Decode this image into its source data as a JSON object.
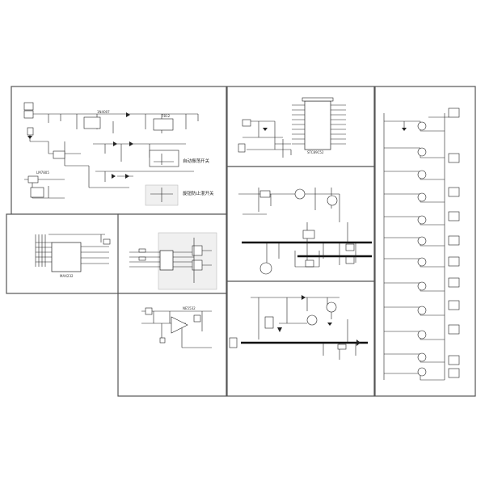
{
  "colors": {
    "background": "#ffffff",
    "panel_border": "#555555",
    "line": "#222222",
    "bus": "#111111"
  },
  "panels": [
    {
      "id": "power-supply"
    },
    {
      "id": "mcu"
    },
    {
      "id": "output-channels"
    },
    {
      "id": "serial-interface"
    },
    {
      "id": "relay-driver"
    },
    {
      "id": "amplifier"
    },
    {
      "id": "power-switch"
    },
    {
      "id": "motor-driver"
    }
  ],
  "captions": {
    "power_switch_1": "自动振荡开关",
    "power_switch_2": "旋钮防止混开关"
  }
}
